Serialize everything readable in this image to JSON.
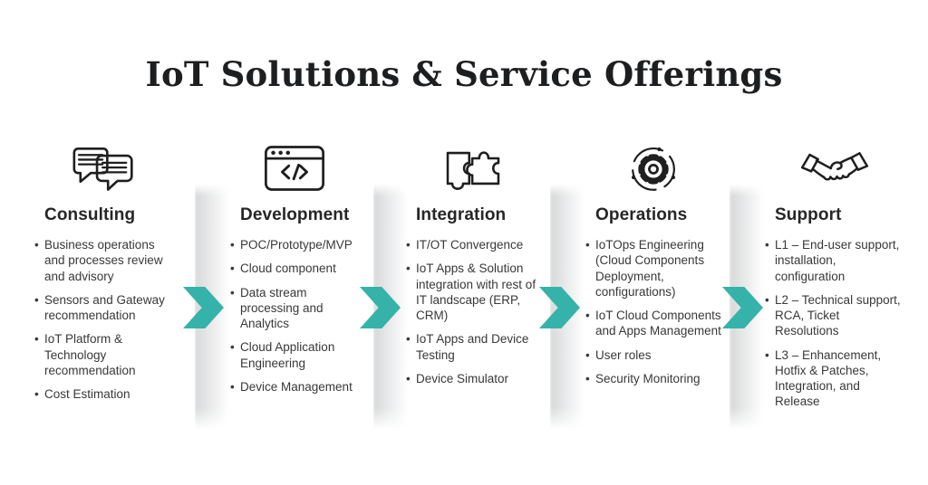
{
  "title": "IoT Solutions & Service Offerings",
  "accent_color": "#35b2aa",
  "arrow_icon": "chevron-right-icon",
  "columns": [
    {
      "icon": "chat-bubbles-icon",
      "title": "Consulting",
      "items": [
        "Business operations and processes review and advisory",
        "Sensors and Gateway recommendation",
        "IoT Platform & Technology recommendation",
        "Cost Estimation"
      ]
    },
    {
      "icon": "code-window-icon",
      "title": "Development",
      "items": [
        "POC/Prototype/MVP",
        "Cloud component",
        "Data stream processing and Analytics",
        "Cloud Application Engineering",
        "Device Management"
      ]
    },
    {
      "icon": "puzzle-pieces-icon",
      "title": "Integration",
      "items": [
        "IT/OT Convergence",
        "IoT Apps & Solution integration with rest of IT landscape (ERP, CRM)",
        "IoT Apps and Device Testing",
        "Device Simulator"
      ]
    },
    {
      "icon": "gear-icon",
      "title": "Operations",
      "items": [
        "IoTOps Engineering (Cloud Components Deployment, configurations)",
        "IoT Cloud Components and Apps Management",
        "User roles",
        "Security Monitoring"
      ]
    },
    {
      "icon": "handshake-icon",
      "title": "Support",
      "items": [
        "L1 – End-user support, installation, configuration",
        "L2 – Technical support, RCA, Ticket Resolutions",
        "L3 – Enhancement, Hotfix & Patches, Integration, and Release"
      ]
    }
  ]
}
